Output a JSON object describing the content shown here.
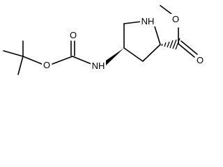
{
  "atoms": {
    "o_tert_ester": "O",
    "o_carbamate_carbonyl": "O",
    "n_amide": "NH",
    "n_ring": "NH",
    "o_methoxy": "O",
    "o_ester_carbonyl": "O"
  },
  "colors": {
    "bond": "#000000",
    "label": "#000000",
    "background": "#ffffff"
  }
}
